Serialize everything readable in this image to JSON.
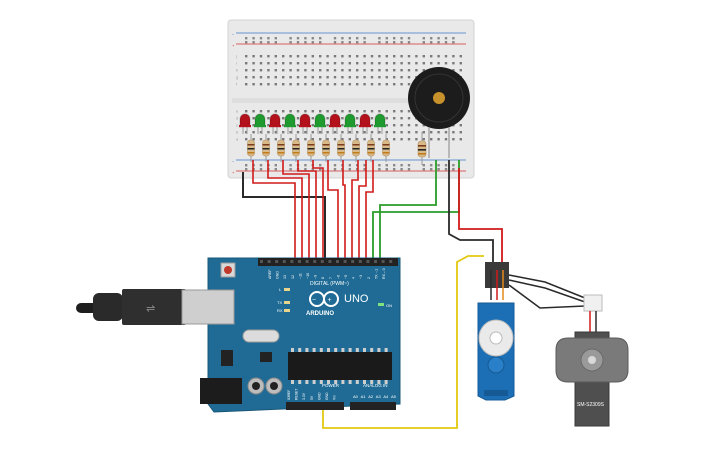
{
  "breadboard": {
    "left_row_labels": [
      "j",
      "i",
      "h",
      "g",
      "f",
      "e",
      "d",
      "c",
      "b",
      "a"
    ],
    "power_plus": "+",
    "power_minus": "−"
  },
  "leds": {
    "colors": [
      "red",
      "green",
      "red",
      "green",
      "red",
      "green",
      "red",
      "green",
      "red",
      "green"
    ],
    "red_color": "#b3121d",
    "green_color": "#1f9a2e"
  },
  "arduino": {
    "brand": "ARDUINO",
    "model": "UNO",
    "digital_label": "DIGITAL (PWM~)",
    "analog_label": "ANALOG IN",
    "power_label": "POWER",
    "on_label": "ON",
    "tx_label": "TX",
    "rx_label": "RX",
    "l_label": "L",
    "aref_label": "AREF",
    "gnd_label": "GND",
    "digital_pins": [
      "13",
      "12",
      "~11",
      "~10",
      "~9",
      "8",
      "7",
      "~6",
      "~5",
      "4",
      "~3",
      "2",
      "TX→1",
      "RX←0"
    ],
    "analog_pins": [
      "A0",
      "A1",
      "A2",
      "A3",
      "A4",
      "A5"
    ],
    "power_pins": [
      "IOREF",
      "RESET",
      "3.3V",
      "5V",
      "GND",
      "GND",
      "Vin"
    ],
    "board_color": "#1f6b95"
  },
  "servo2": {
    "label": "SM-S2309S"
  },
  "colors": {
    "wire_red": "#d11a1a",
    "wire_black": "#2a2a2a",
    "wire_green": "#2a9d2a",
    "wire_yellow": "#e2c90f",
    "servo_blue": "#1d6fb5",
    "servo_gray": "#565656"
  }
}
